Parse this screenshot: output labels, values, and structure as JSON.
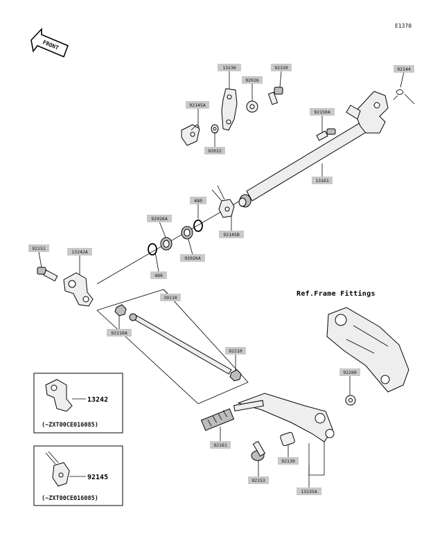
{
  "diagram_id": "E1370",
  "front_label": "FRONT",
  "ref_frame": "Ref.Frame Fittings",
  "parts": {
    "p13236": "13236",
    "p92150": "92150",
    "p92026": "92026",
    "p92144": "92144",
    "p92145A": "92145A",
    "p92022": "92022",
    "p92150A": "92150A",
    "p13161": "13161",
    "p92145B": "92145B",
    "p480a": "480",
    "p92026A_top": "92026A",
    "p92026A_bot": "92026A",
    "p480b": "480",
    "p92151": "92151",
    "p13242A": "13242A",
    "p39110": "39110",
    "p92210A": "92210A",
    "p92210": "92210",
    "p92200": "92200",
    "p92161": "92161",
    "p92139": "92139",
    "p92153": "92153",
    "p13235A": "13235A"
  },
  "inset1": {
    "part": "13242",
    "note": "(~ZXT00CE016085)"
  },
  "inset2": {
    "part": "92145",
    "note": "(~ZXT00CE016085)"
  }
}
